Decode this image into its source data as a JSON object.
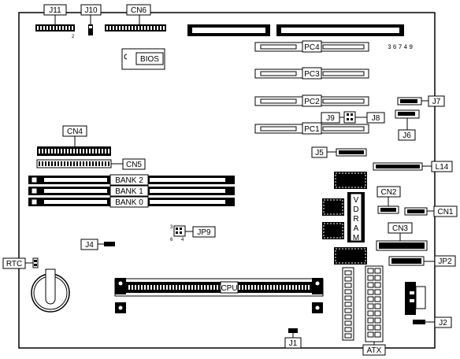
{
  "serial_number": "36749",
  "labels": {
    "j11": "J11",
    "j10": "J10",
    "cn6": "CN6",
    "bios": "BIOS",
    "pc4": "PC4",
    "pc3": "PC3",
    "pc2": "PC2",
    "pc1": "PC1",
    "j7": "J7",
    "j6": "J6",
    "j9": "J9",
    "j8": "J8",
    "j5": "J5",
    "cn4": "CN4",
    "cn5": "CN5",
    "l14": "L14",
    "bank2": "BANK 2",
    "bank1": "BANK 1",
    "bank0": "BANK 0",
    "cn2": "CN2",
    "cn1": "CN1",
    "cn3": "CN3",
    "jp2": "JP2",
    "vdram": [
      "V",
      "D",
      "R",
      "A",
      "M"
    ],
    "j4": "J4",
    "jp9": "JP9",
    "rtc": "RTC",
    "cpu": "CPU",
    "j1": "J1",
    "j2": "J2",
    "atx": "ATX"
  },
  "pin_marks": {
    "j11_pin": "2",
    "jp9_top": "3",
    "jp9_bl": "6",
    "jp9_br": "4"
  }
}
